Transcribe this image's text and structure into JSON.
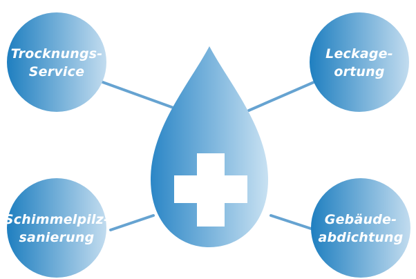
{
  "colors": {
    "circle_dark": "#1f7fc0",
    "circle_light": "#c2dcef",
    "connector": "#66a3d1",
    "drop_dark": "#2b86c6",
    "drop_light": "#c8e1f2",
    "cross": "#ffffff",
    "label": "#ffffff"
  },
  "center": {
    "shape": "water-drop",
    "icon": "plus-cross-icon"
  },
  "services": [
    {
      "id": "trocknungs-service",
      "lines": [
        "Trocknungs-",
        "Service"
      ]
    },
    {
      "id": "leckageortung",
      "lines": [
        "Leckage-",
        "ortung"
      ]
    },
    {
      "id": "schimmelpilzsanierung",
      "lines": [
        "Schimmelpilz-",
        "sanierung"
      ]
    },
    {
      "id": "gebaeudeabdichtung",
      "lines": [
        "Gebäude-",
        "abdichtung"
      ]
    }
  ]
}
